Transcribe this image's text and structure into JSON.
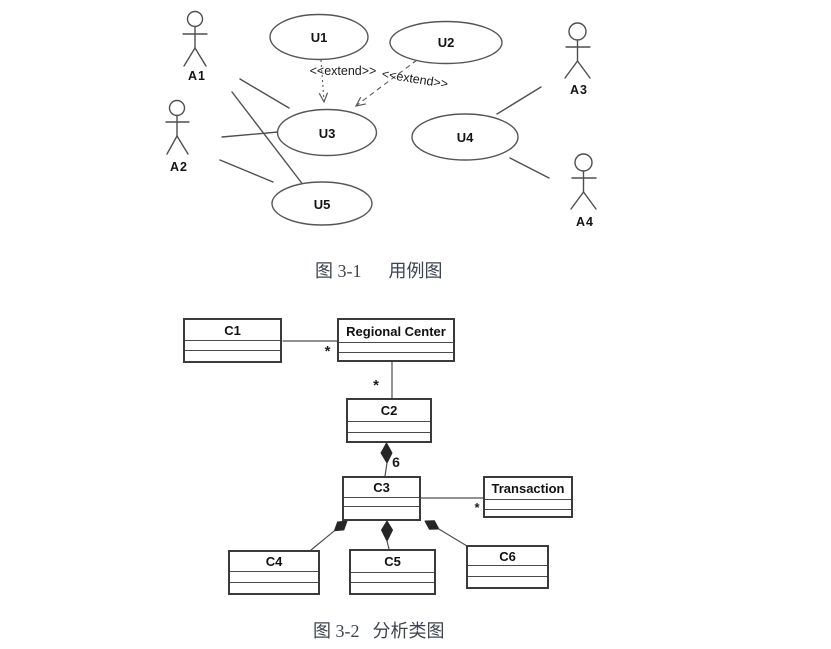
{
  "figure1": {
    "caption": {
      "label": "图 3-1",
      "title": "用例图"
    },
    "actors": [
      {
        "label": "A1"
      },
      {
        "label": "A2"
      },
      {
        "label": "A3"
      },
      {
        "label": "A4"
      }
    ],
    "use_cases": [
      {
        "label": "U1"
      },
      {
        "label": "U2"
      },
      {
        "label": "U3"
      },
      {
        "label": "U4"
      },
      {
        "label": "U5"
      }
    ],
    "extend_label_1": "<<extend>>",
    "extend_label_2": "<<extend>>"
  },
  "figure2": {
    "caption": {
      "label": "图 3-2",
      "title": "分析类图"
    },
    "classes": [
      {
        "name": "C1"
      },
      {
        "name": "Regional Center"
      },
      {
        "name": "C2"
      },
      {
        "name": "C3"
      },
      {
        "name": "Transaction"
      },
      {
        "name": "C4"
      },
      {
        "name": "C5"
      },
      {
        "name": "C6"
      }
    ],
    "multiplicities": {
      "c1_rc": "*",
      "rc_c2": "*",
      "c2_c3": "6",
      "c3_transaction": "*"
    }
  },
  "colors": {
    "line": "#4f4f4f",
    "box_border": "#3a3a3a",
    "diamond_fill": "#262626",
    "caption_text": "#3e4450",
    "background": "#ffffff"
  }
}
